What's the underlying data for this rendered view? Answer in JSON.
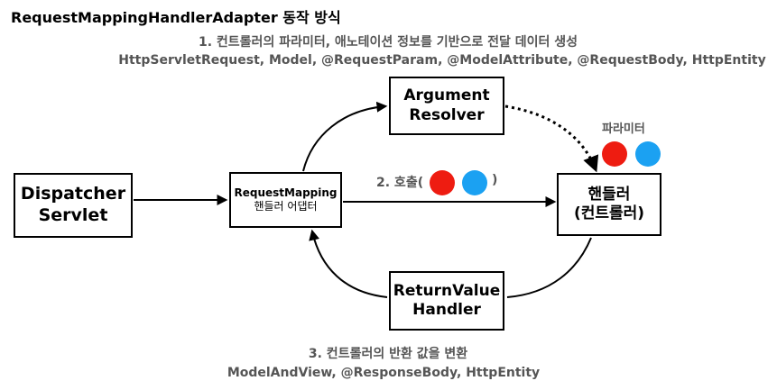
{
  "title": "RequestMappingHandlerAdapter 동작 방식",
  "notes": {
    "step1": "1. 컨트롤러의 파라미터, 애노테이션 정보를 기반으로 전달 데이터 생성",
    "step1_types": "HttpServletRequest, Model, @RequestParam, @ModelAttribute, @RequestBody, HttpEntity",
    "step3": "3. 컨트롤러의 반환 값을 변환",
    "step3_types": "ModelAndView, @ResponseBody, HttpEntity"
  },
  "boxes": {
    "dispatcher": [
      "Dispatcher",
      "Servlet"
    ],
    "mapping_adapter": [
      "RequestMapping",
      "핸들러 어댑터"
    ],
    "argument_resolver": [
      "Argument",
      "Resolver"
    ],
    "handler": [
      "핸들러",
      "(컨트롤러)"
    ],
    "return_value_handler": [
      "ReturnValue",
      "Handler"
    ]
  },
  "labels": {
    "parameters": "파라미터",
    "call_open": "2. 호출(",
    "call_close": ")"
  },
  "colors": {
    "param_red": "#ee1c11",
    "param_blue": "#1ba1f2"
  }
}
